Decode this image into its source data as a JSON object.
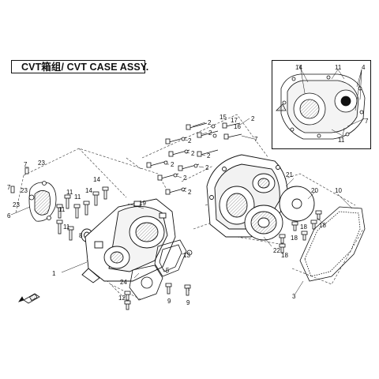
{
  "diagram": {
    "title": "CVT箱组/ CVT CASE ASSY.",
    "callouts_main": [
      {
        "id": "c1",
        "label": "1"
      },
      {
        "id": "c2a",
        "label": "2"
      },
      {
        "id": "c2b",
        "label": "2"
      },
      {
        "id": "c2c",
        "label": "2"
      },
      {
        "id": "c2d",
        "label": "2"
      },
      {
        "id": "c2e",
        "label": "2"
      },
      {
        "id": "c2f",
        "label": "2"
      },
      {
        "id": "c2g",
        "label": "2"
      },
      {
        "id": "c2h",
        "label": "2"
      },
      {
        "id": "c2i",
        "label": "2"
      },
      {
        "id": "c2j",
        "label": "2"
      },
      {
        "id": "c3",
        "label": "3"
      },
      {
        "id": "c5",
        "label": "5"
      },
      {
        "id": "c6",
        "label": "6"
      },
      {
        "id": "c7a",
        "label": "7"
      },
      {
        "id": "c7b",
        "label": "7"
      },
      {
        "id": "c7c",
        "label": "7"
      },
      {
        "id": "c8",
        "label": "8"
      },
      {
        "id": "c9a",
        "label": "9"
      },
      {
        "id": "c9b",
        "label": "9"
      },
      {
        "id": "c10",
        "label": "10"
      },
      {
        "id": "c11a",
        "label": "11"
      },
      {
        "id": "c11b",
        "label": "11"
      },
      {
        "id": "c11c",
        "label": "11"
      },
      {
        "id": "c11d",
        "label": "11"
      },
      {
        "id": "c12",
        "label": "12"
      },
      {
        "id": "c13",
        "label": "13"
      },
      {
        "id": "c14a",
        "label": "14"
      },
      {
        "id": "c14b",
        "label": "14"
      },
      {
        "id": "c15",
        "label": "15"
      },
      {
        "id": "c16",
        "label": "16"
      },
      {
        "id": "c17",
        "label": "17"
      },
      {
        "id": "c18a",
        "label": "18"
      },
      {
        "id": "c18b",
        "label": "18"
      },
      {
        "id": "c18c",
        "label": "18"
      },
      {
        "id": "c18d",
        "label": "18"
      },
      {
        "id": "c19",
        "label": "19"
      },
      {
        "id": "c20",
        "label": "20"
      },
      {
        "id": "c21",
        "label": "21"
      },
      {
        "id": "c22",
        "label": "22"
      },
      {
        "id": "c23a",
        "label": "23"
      },
      {
        "id": "c23b",
        "label": "23"
      },
      {
        "id": "c23c",
        "label": "23"
      },
      {
        "id": "c24",
        "label": "24"
      }
    ],
    "callouts_inset": [
      {
        "id": "i14",
        "label": "14"
      },
      {
        "id": "i11a",
        "label": "11"
      },
      {
        "id": "i4",
        "label": "4"
      },
      {
        "id": "i7",
        "label": "7"
      },
      {
        "id": "i11b",
        "label": "11"
      }
    ]
  }
}
